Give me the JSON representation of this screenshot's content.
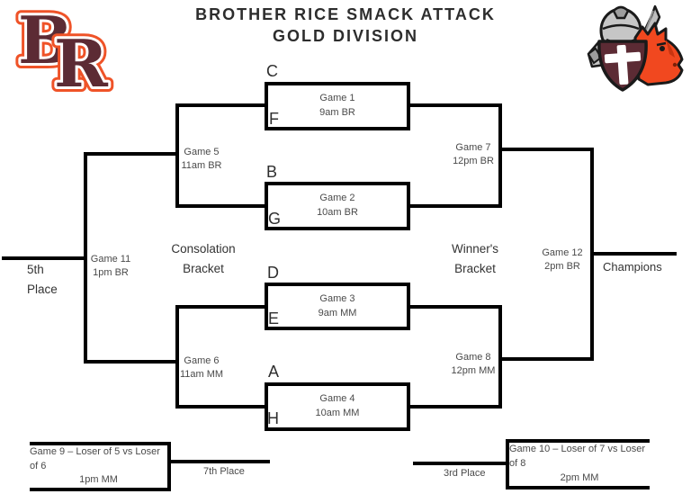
{
  "header": {
    "title_line1": "BROTHER RICE SMACK ATTACK",
    "title_line2": "GOLD DIVISION"
  },
  "logos": {
    "left_letters": {
      "b": "B",
      "r": "R"
    },
    "colors": {
      "maroon": "#5c2b34",
      "orange": "#ef5328",
      "armor_gray": "#c6c6c6",
      "armor_dark": "#9d9d9d",
      "horse_orange": "#f1481f",
      "sword_gray": "#bdbdbd",
      "outline": "#1a1a1a"
    }
  },
  "round1": [
    {
      "top_seed": "C",
      "bottom_seed": "F",
      "name": "Game 1",
      "time": "9am BR"
    },
    {
      "top_seed": "B",
      "bottom_seed": "G",
      "name": "Game 2",
      "time": "10am BR"
    },
    {
      "top_seed": "D",
      "bottom_seed": "E",
      "name": "Game 3",
      "time": "9am MM"
    },
    {
      "top_seed": "A",
      "bottom_seed": "H",
      "name": "Game 4",
      "time": "10am MM"
    }
  ],
  "junctions": {
    "game5": {
      "name": "Game 5",
      "time": "11am BR"
    },
    "game6": {
      "name": "Game 6",
      "time": "11am MM"
    },
    "game7": {
      "name": "Game 7",
      "time": "12pm BR"
    },
    "game8": {
      "name": "Game 8",
      "time": "12pm MM"
    },
    "game11": {
      "name": "Game 11",
      "time": "1pm BR"
    },
    "game12": {
      "name": "Game 12",
      "time": "2pm BR"
    }
  },
  "labels": {
    "consolation_line1": "Consolation",
    "consolation_line2": "Bracket",
    "winners_line1": "Winner's",
    "winners_line2": "Bracket",
    "champions": "Champions",
    "fifth_line1": "5th",
    "fifth_line2": "Place",
    "seventh_place": "7th Place",
    "third_place": "3rd Place"
  },
  "placement_games": {
    "game9": {
      "title": "Game 9 – Loser of 5 vs Loser of 6",
      "time": "1pm MM"
    },
    "game10": {
      "title": "Game 10 – Loser of 7 vs Loser of 8",
      "time": "2pm MM"
    }
  }
}
